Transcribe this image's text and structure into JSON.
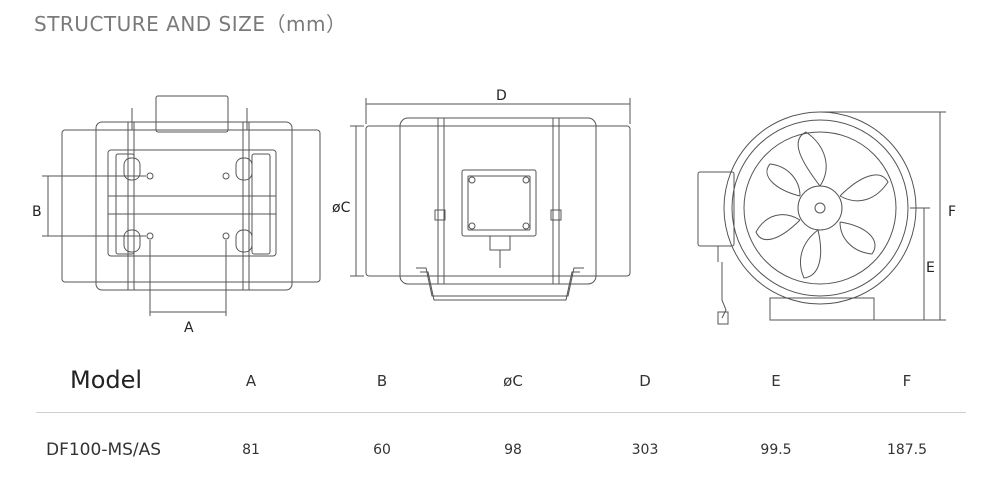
{
  "title": "STRUCTURE AND SIZE（mm）",
  "dimension_labels": {
    "a": "A",
    "b": "B",
    "c": "øC",
    "d": "D",
    "e": "E",
    "f": "F"
  },
  "table": {
    "headers": [
      "Model",
      "A",
      "B",
      "øC",
      "D",
      "E",
      "F"
    ],
    "rows": [
      [
        "DF100-MS/AS",
        "81",
        "60",
        "98",
        "303",
        "99.5",
        "187.5"
      ]
    ]
  }
}
